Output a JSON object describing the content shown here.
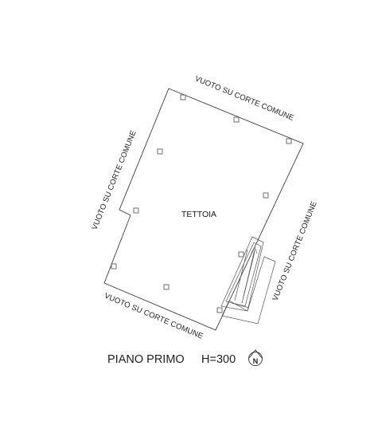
{
  "plan": {
    "room_label": "TETTOIA",
    "surroundings": {
      "top": "VUOTO SU CORTE COMUNE",
      "left": "VUOTO SU CORTE COMUNE",
      "bottom": "VUOTO SU CORTE COMUNE",
      "right": "VUOTO SU CORTE COMUNE"
    }
  },
  "caption": {
    "floor_name": "PIANO PRIMO",
    "height": "H=300"
  },
  "north_arrow": {
    "letter": "N",
    "icon": "north-arrow-icon"
  }
}
